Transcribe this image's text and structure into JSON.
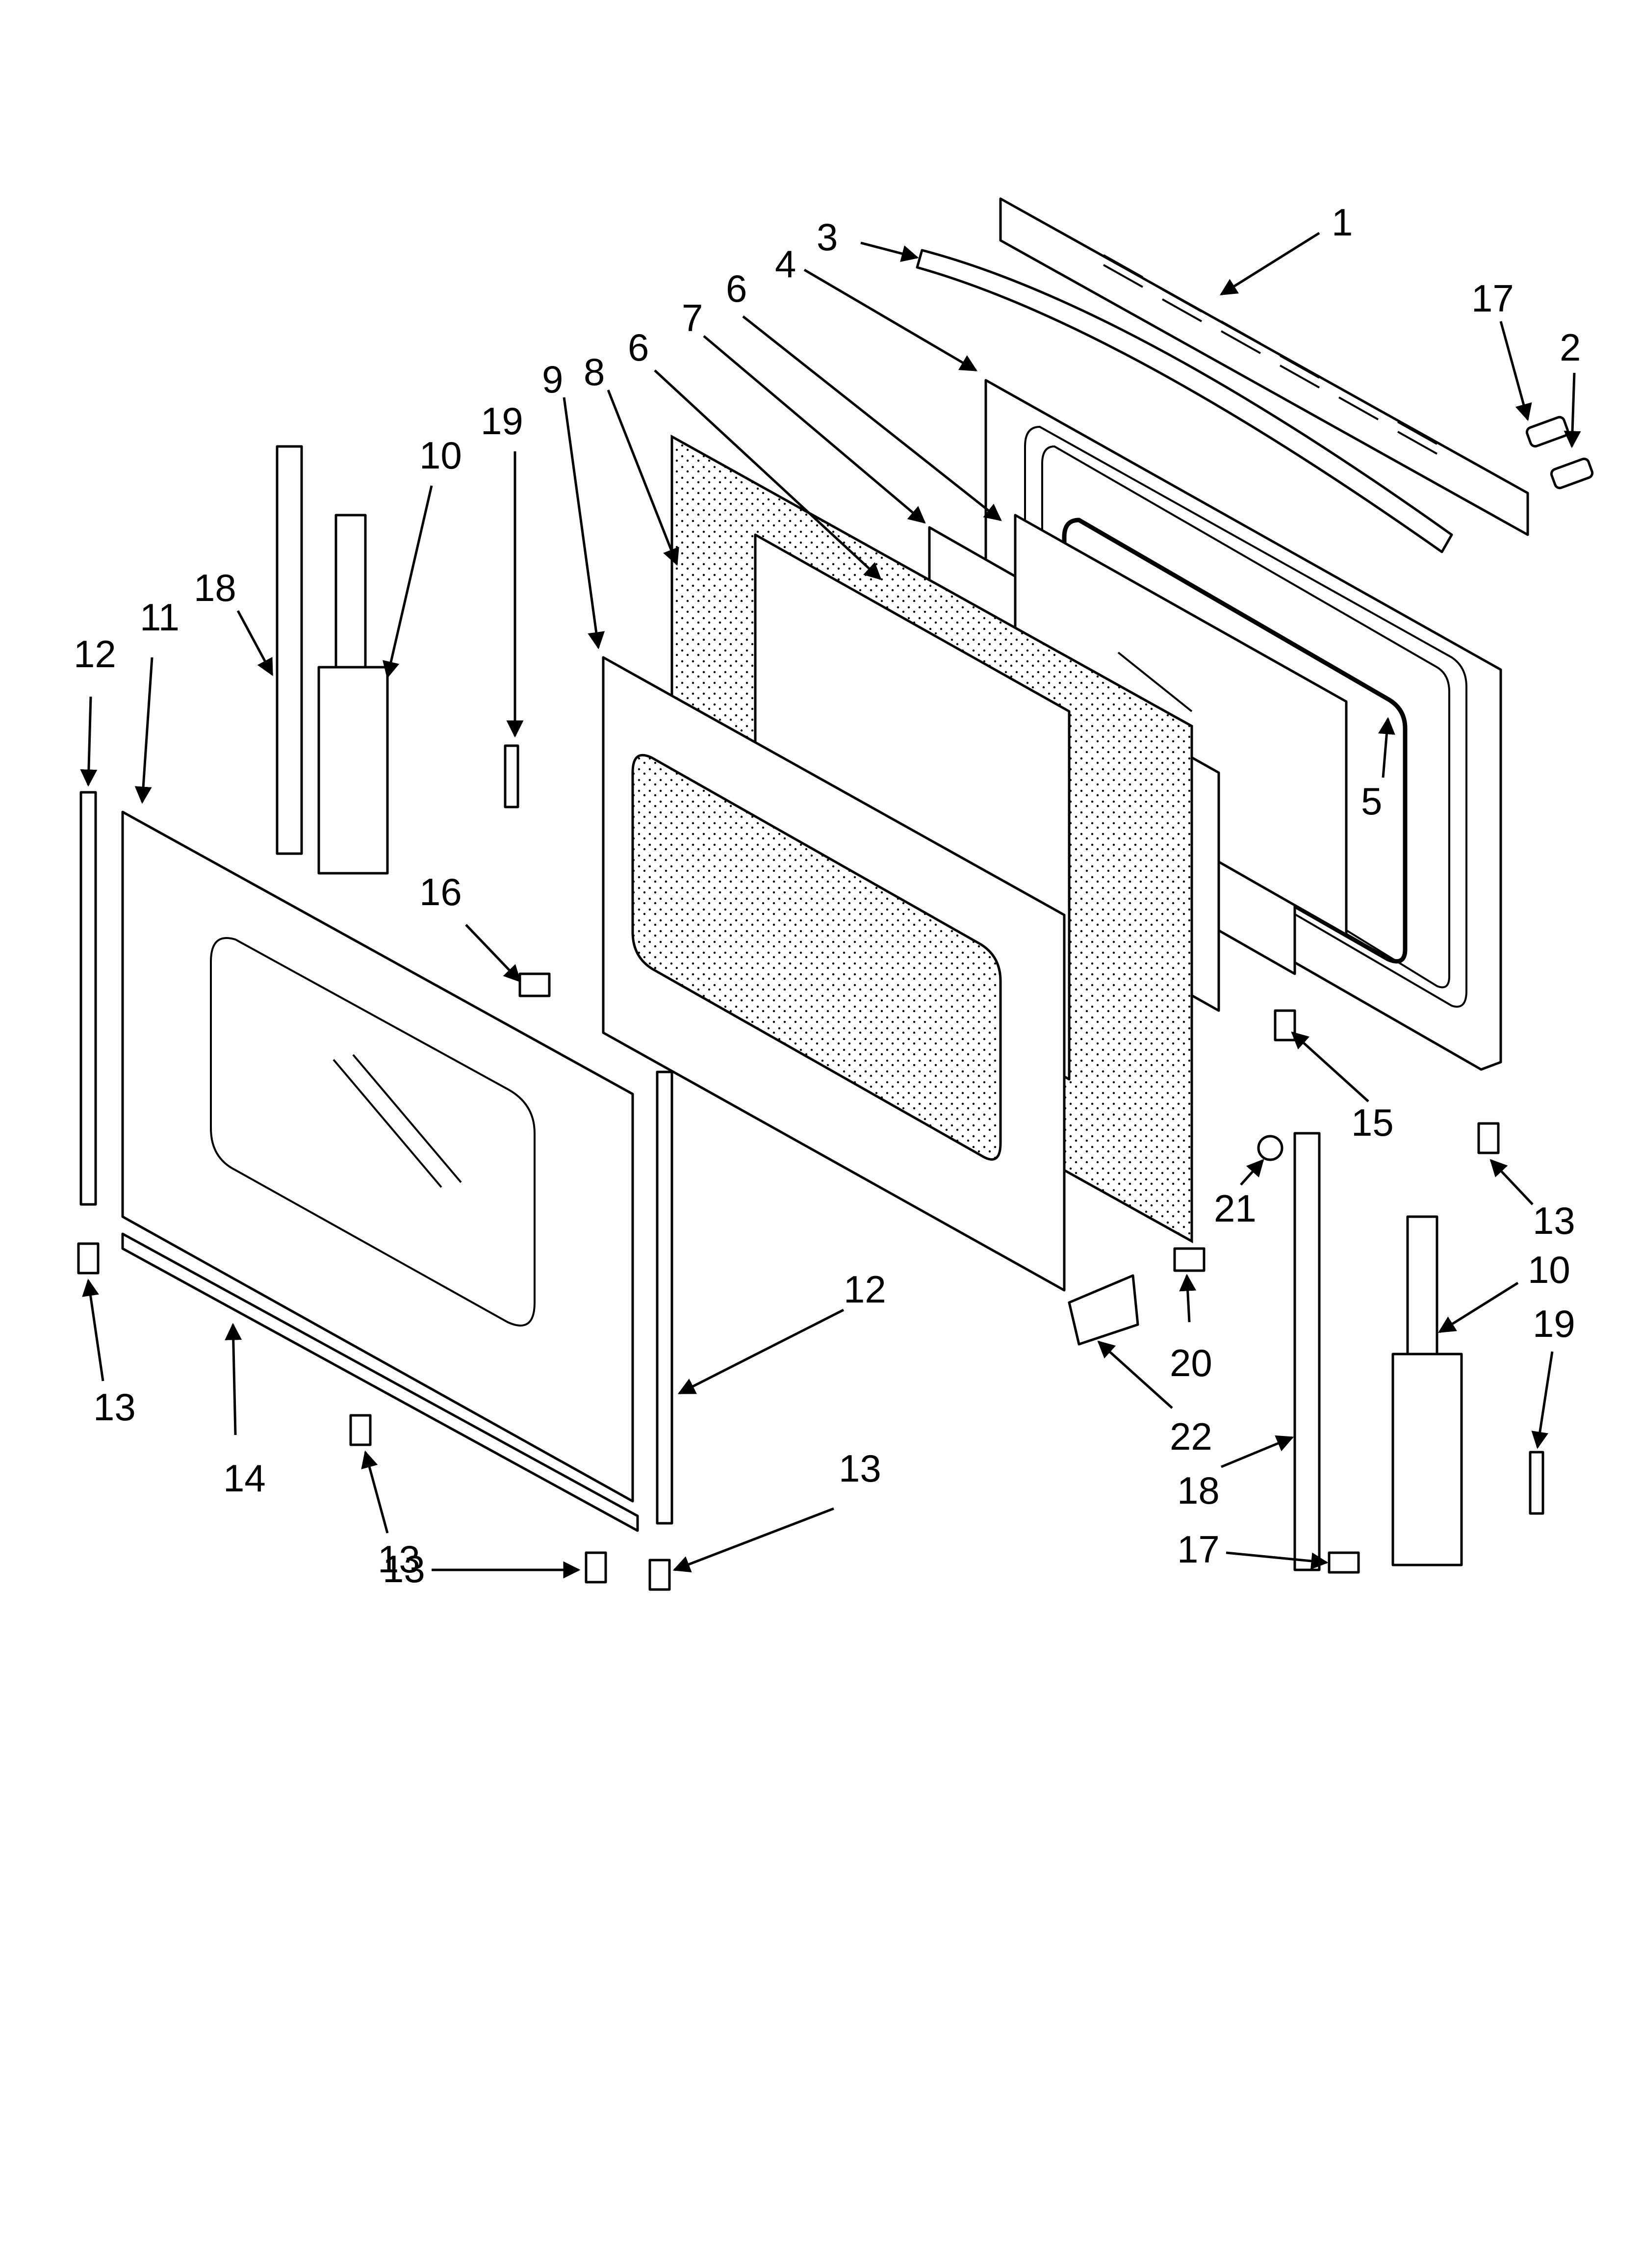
{
  "callouts": [
    {
      "text": "1"
    },
    {
      "text": "2"
    },
    {
      "text": "3"
    },
    {
      "text": "4"
    },
    {
      "text": "5"
    },
    {
      "text": "6"
    },
    {
      "text": "6"
    },
    {
      "text": "7"
    },
    {
      "text": "8"
    },
    {
      "text": "9"
    },
    {
      "text": "10"
    },
    {
      "text": "10"
    },
    {
      "text": "11"
    },
    {
      "text": "12"
    },
    {
      "text": "12"
    },
    {
      "text": "13"
    },
    {
      "text": "13"
    },
    {
      "text": "13"
    },
    {
      "text": "13"
    },
    {
      "text": "13"
    },
    {
      "text": "14"
    },
    {
      "text": "15"
    },
    {
      "text": "16"
    },
    {
      "text": "17"
    },
    {
      "text": "17"
    },
    {
      "text": "18"
    },
    {
      "text": "18"
    },
    {
      "text": "19"
    },
    {
      "text": "19"
    },
    {
      "text": "20"
    },
    {
      "text": "21"
    },
    {
      "text": "22"
    }
  ],
  "colors": {
    "line": "#000000",
    "background": "#ffffff"
  }
}
